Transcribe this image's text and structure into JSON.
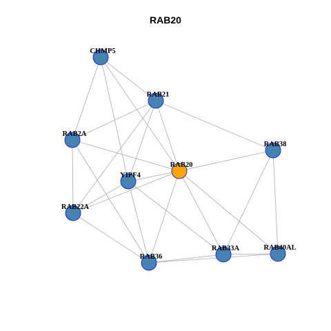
{
  "title": "RAB20",
  "colors": {
    "node": "#4682b4",
    "center": "#ffa500",
    "node_border": "#1a33cc",
    "edge": "#b3b3b3"
  },
  "nodes": [
    {
      "id": "CHMP5",
      "label": "CHMP5",
      "center": false
    },
    {
      "id": "RAB21",
      "label": "RAB21",
      "center": false
    },
    {
      "id": "RAB2A",
      "label": "RAB2A",
      "center": false
    },
    {
      "id": "RAB38",
      "label": "RAB38",
      "center": false
    },
    {
      "id": "RAB20",
      "label": "RAB20",
      "center": true
    },
    {
      "id": "YIPF4",
      "label": "YIPF4",
      "center": false
    },
    {
      "id": "RAB22A",
      "label": "RAB22A",
      "center": false
    },
    {
      "id": "RAB33A",
      "label": "RAB33A",
      "center": false
    },
    {
      "id": "RAB40AL",
      "label": "RAB40AL",
      "center": false
    },
    {
      "id": "RAB36",
      "label": "RAB36",
      "center": false
    }
  ],
  "edges": [
    [
      "CHMP5",
      "RAB21"
    ],
    [
      "CHMP5",
      "RAB2A"
    ],
    [
      "CHMP5",
      "RAB20"
    ],
    [
      "CHMP5",
      "YIPF4"
    ],
    [
      "RAB21",
      "RAB2A"
    ],
    [
      "RAB21",
      "RAB38"
    ],
    [
      "RAB21",
      "RAB20"
    ],
    [
      "RAB21",
      "YIPF4"
    ],
    [
      "RAB21",
      "RAB22A"
    ],
    [
      "RAB2A",
      "RAB20"
    ],
    [
      "RAB2A",
      "RAB22A"
    ],
    [
      "RAB2A",
      "RAB36"
    ],
    [
      "RAB38",
      "RAB20"
    ],
    [
      "RAB38",
      "RAB33A"
    ],
    [
      "RAB38",
      "RAB40AL"
    ],
    [
      "RAB20",
      "YIPF4"
    ],
    [
      "RAB20",
      "RAB22A"
    ],
    [
      "RAB20",
      "RAB33A"
    ],
    [
      "RAB20",
      "RAB40AL"
    ],
    [
      "RAB20",
      "RAB36"
    ],
    [
      "YIPF4",
      "RAB22A"
    ],
    [
      "YIPF4",
      "RAB36"
    ],
    [
      "YIPF4",
      "RAB33A"
    ],
    [
      "RAB22A",
      "RAB36"
    ],
    [
      "RAB33A",
      "RAB36"
    ],
    [
      "RAB33A",
      "RAB40AL"
    ],
    [
      "RAB36",
      "RAB40AL"
    ]
  ]
}
